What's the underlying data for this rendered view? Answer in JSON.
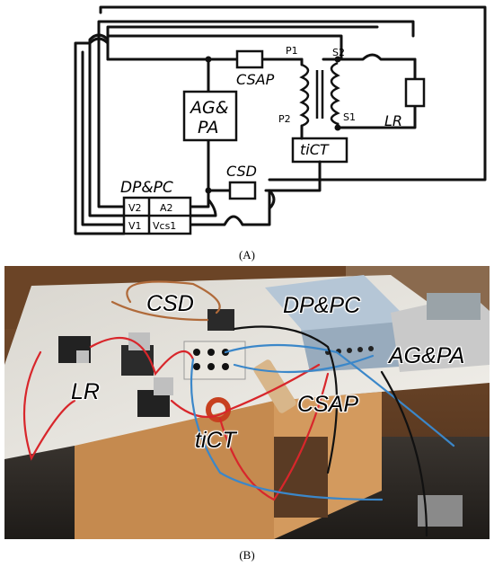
{
  "schematic": {
    "labels": {
      "csap": "CSAP",
      "csd": "CSD",
      "agpa_line1": "AG&",
      "agpa_line2": "PA",
      "p1": "P1",
      "p2": "P2",
      "s1": "S1",
      "s2": "S2",
      "ticT": "tiCT",
      "lr": "LR",
      "dppc": "DP&PC",
      "v2": "V2",
      "a2": "A2",
      "v1": "V1",
      "vcs1": "Vcs1"
    }
  },
  "photo_labels": {
    "csd": "CSD",
    "dppc": "DP&PC",
    "lr": "LR",
    "agpa": "AG&PA",
    "csap": "CSAP",
    "ticT": "tiCT"
  },
  "captions": {
    "a": "(A)",
    "b": "(B)"
  },
  "colors": {
    "wire": "#111111",
    "table": "#ece9e3",
    "red_wire": "#d8262b",
    "blue_wire": "#3b87c9",
    "copper_wire": "#b06a3a"
  }
}
